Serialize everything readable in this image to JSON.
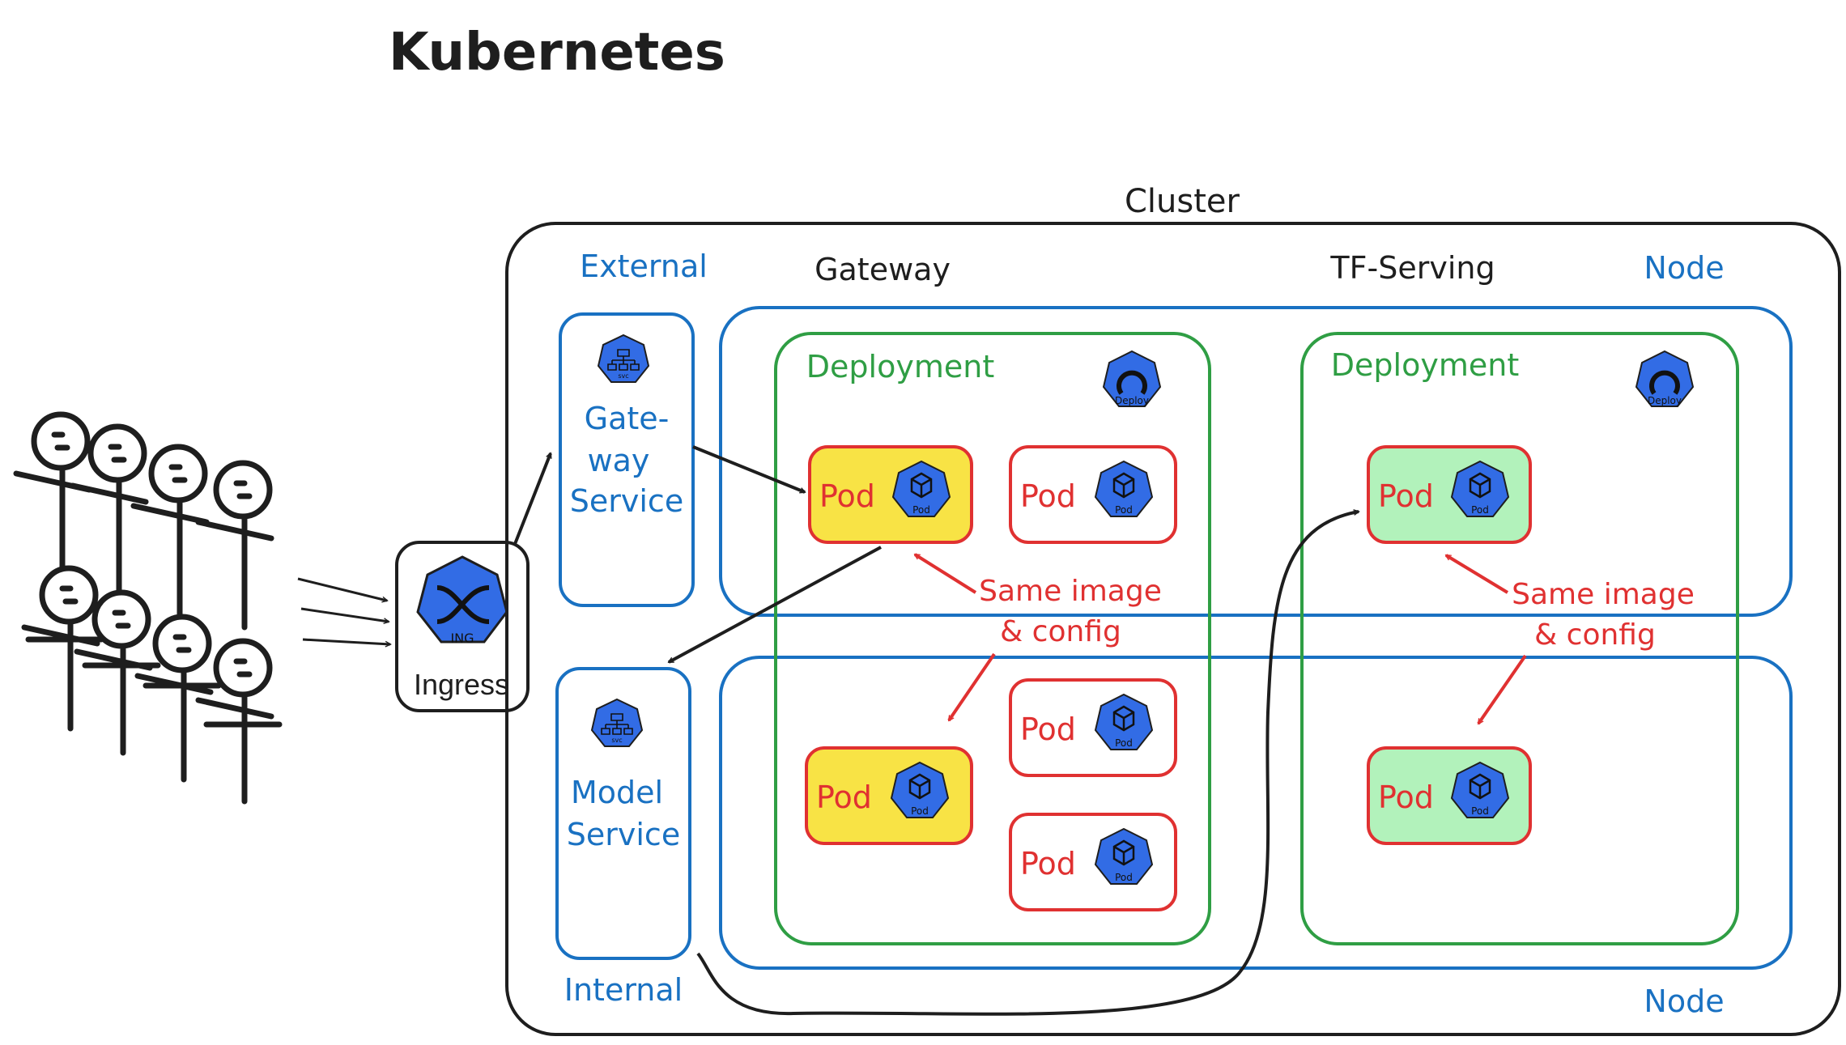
{
  "title": "Kubernetes",
  "cluster": {
    "label": "Cluster",
    "column_labels": {
      "gateway": "Gateway",
      "tf_serving": "TF-Serving"
    },
    "nodes": [
      {
        "label": "Node"
      },
      {
        "label": "Node"
      }
    ]
  },
  "services": {
    "external_label": "External",
    "internal_label": "Internal",
    "gateway_service": {
      "lines": [
        "Gate-",
        "way",
        "Service"
      ],
      "icon_text": "svc"
    },
    "model_service": {
      "lines": [
        "Model",
        "Service"
      ],
      "icon_text": "svc"
    }
  },
  "ingress": {
    "label": "Ingress",
    "icon_text": "ING"
  },
  "deployments": [
    {
      "label": "Deployment",
      "icon_text": "Deploy",
      "pods": [
        {
          "label": "Pod",
          "icon_text": "Pod",
          "fill": "#f8e345"
        },
        {
          "label": "Pod",
          "icon_text": "Pod",
          "fill": "#ffffff"
        },
        {
          "label": "Pod",
          "icon_text": "Pod",
          "fill": "#f8e345"
        },
        {
          "label": "Pod",
          "icon_text": "Pod",
          "fill": "#ffffff"
        },
        {
          "label": "Pod",
          "icon_text": "Pod",
          "fill": "#ffffff"
        }
      ],
      "annotation": {
        "line1": "Same image",
        "line2": "& config"
      }
    },
    {
      "label": "Deployment",
      "icon_text": "Deploy",
      "pods": [
        {
          "label": "Pod",
          "icon_text": "Pod",
          "fill": "#b2f2bb"
        },
        {
          "label": "Pod",
          "icon_text": "Pod",
          "fill": "#b2f2bb"
        }
      ],
      "annotation": {
        "line1": "Same image",
        "line2": "& config"
      }
    }
  ],
  "colors": {
    "ink": "#1e1e1e",
    "blue": "#1971c2",
    "green": "#2f9e44",
    "red": "#e03131",
    "k8s_icon": "#326ce5",
    "pod_gateway_highlight": "#f8e345",
    "pod_tf_serving": "#b2f2bb"
  }
}
